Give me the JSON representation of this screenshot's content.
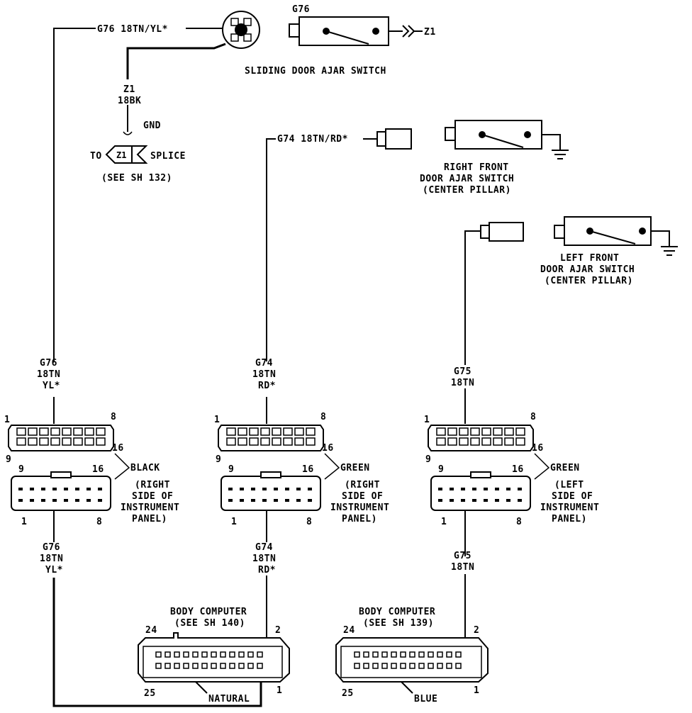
{
  "wires": {
    "g76_top": "G76 18TN/YL*",
    "z1_label": "Z1",
    "z1_gauge": "18BK",
    "gnd": "GND",
    "to": "TO",
    "z1_splice_tag": "Z1",
    "splice": "SPLICE",
    "see_sh_132": "(SEE SH 132)",
    "g76_switch": "G76",
    "z1_switch": "Z1",
    "g74_top": "G74 18TN/RD*",
    "g76_mid_1": "G76",
    "g76_mid_2": "18TN",
    "g76_mid_3": "YL*",
    "g74_mid_1": "G74",
    "g74_mid_2": "18TN",
    "g74_mid_3": "RD*",
    "g75_mid_1": "G75",
    "g75_mid_2": "18TN",
    "g76_low_1": "G76",
    "g76_low_2": "18TN",
    "g76_low_3": "YL*",
    "g74_low_1": "G74",
    "g74_low_2": "18TN",
    "g74_low_3": "RD*",
    "g75_low_1": "G75",
    "g75_low_2": "18TN"
  },
  "switches": {
    "sliding": "SLIDING DOOR AJAR SWITCH",
    "right_front_1": "RIGHT FRONT",
    "right_front_2": "DOOR AJAR SWITCH",
    "right_front_3": "(CENTER PILLAR)",
    "left_front_1": "LEFT FRONT",
    "left_front_2": "DOOR AJAR SWITCH",
    "left_front_3": "(CENTER PILLAR)"
  },
  "connectors": {
    "left": {
      "pin_1": "1",
      "pin_8": "8",
      "pin_9": "9",
      "pin_16": "16",
      "lower_9": "9",
      "lower_16": "16",
      "lower_1": "1",
      "lower_8": "8",
      "color": "BLACK",
      "loc_1": "(RIGHT",
      "loc_2": "SIDE OF",
      "loc_3": "INSTRUMENT",
      "loc_4": "PANEL)"
    },
    "middle": {
      "pin_1": "1",
      "pin_8": "8",
      "pin_9": "9",
      "pin_16": "16",
      "lower_9": "9",
      "lower_16": "16",
      "lower_1": "1",
      "lower_8": "8",
      "color": "GREEN",
      "loc_1": "(RIGHT",
      "loc_2": "SIDE OF",
      "loc_3": "INSTRUMENT",
      "loc_4": "PANEL)"
    },
    "right": {
      "pin_1": "1",
      "pin_8": "8",
      "pin_9": "9",
      "pin_16": "16",
      "lower_9": "9",
      "lower_16": "16",
      "lower_1": "1",
      "lower_8": "8",
      "color": "GREEN",
      "loc_1": "(LEFT",
      "loc_2": "SIDE OF",
      "loc_3": "INSTRUMENT",
      "loc_4": "PANEL)"
    }
  },
  "body_computers": {
    "bc1": {
      "title_1": "BODY COMPUTER",
      "title_2": "(SEE SH 140)",
      "pin_24": "24",
      "pin_2": "2",
      "pin_25": "25",
      "pin_1": "1",
      "color": "NATURAL"
    },
    "bc2": {
      "title_1": "BODY COMPUTER",
      "title_2": "(SEE SH 139)",
      "pin_24": "24",
      "pin_2": "2",
      "pin_25": "25",
      "pin_1": "1",
      "color": "BLUE"
    }
  }
}
